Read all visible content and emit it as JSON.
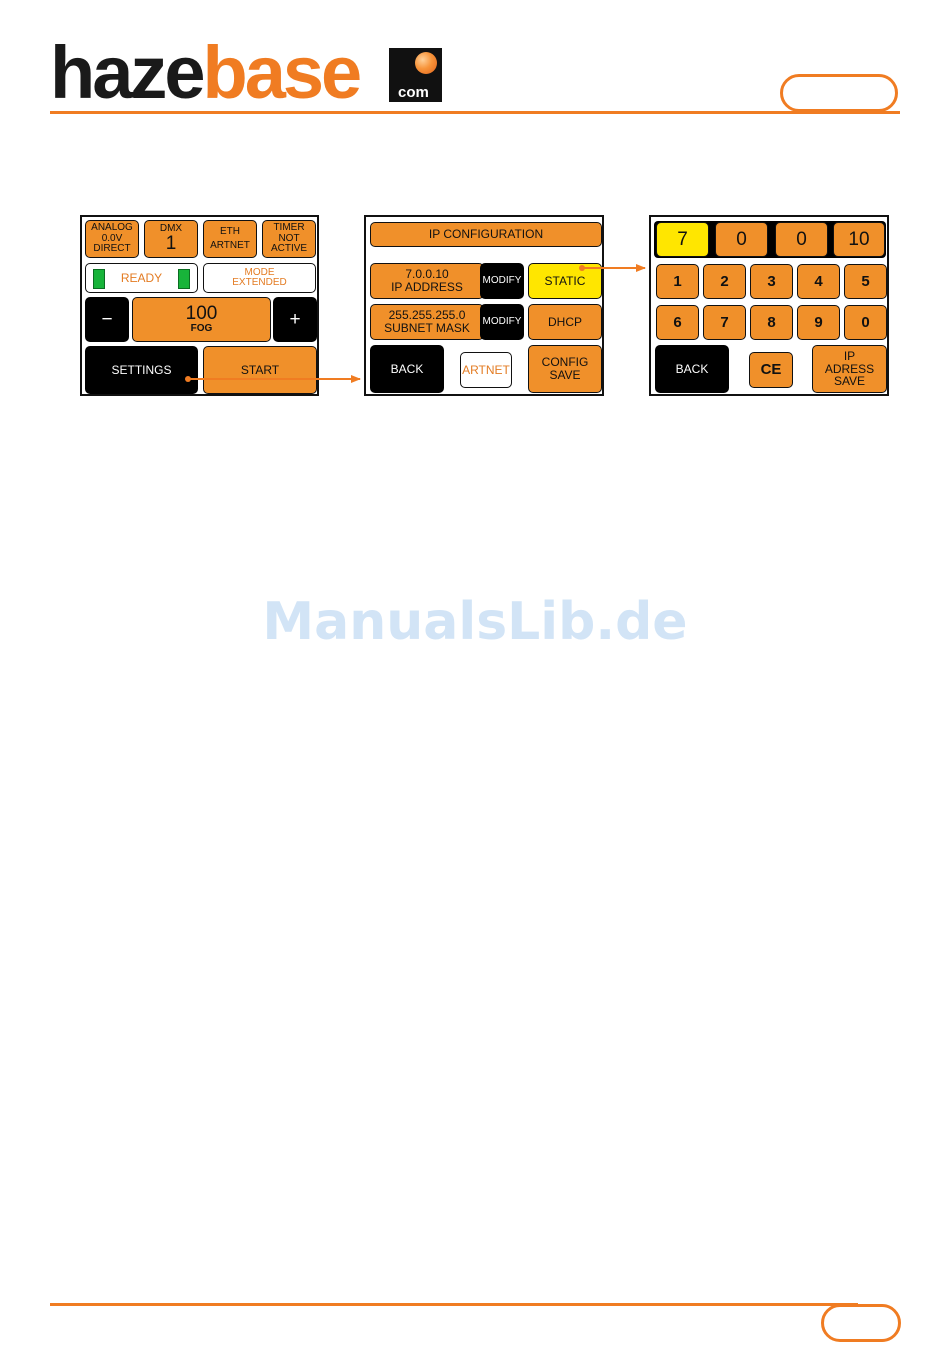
{
  "header": {
    "logo_part1": "haze",
    "logo_part2": "base",
    "logo_com": "com"
  },
  "watermark": "ManualsLib.de",
  "screen1": {
    "analog": [
      "ANALOG",
      "0.0V",
      "DIRECT"
    ],
    "dmx": {
      "label": "DMX",
      "value": "1"
    },
    "eth": {
      "label": "ETH",
      "value": "ARTNET"
    },
    "timer": [
      "TIMER",
      "NOT",
      "ACTIVE"
    ],
    "status": "READY",
    "mode": [
      "MODE",
      "EXTENDED"
    ],
    "minus": "−",
    "fog": {
      "value": "100",
      "label": "FOG"
    },
    "plus": "+",
    "settings": "SETTINGS",
    "start": "START"
  },
  "screen2": {
    "title": "IP CONFIGURATION",
    "ip": {
      "value": "7.0.0.10",
      "label": "IP ADDRESS"
    },
    "modify": "MODIFY",
    "static": "STATIC",
    "subnet": {
      "value": "255.255.255.0",
      "label": "SUBNET MASK"
    },
    "dhcp": "DHCP",
    "back": "BACK",
    "artnet": "ARTNET",
    "config_save": [
      "CONFIG",
      "SAVE"
    ]
  },
  "screen3": {
    "octets": [
      "7",
      "0",
      "0",
      "10"
    ],
    "keys_row1": [
      "1",
      "2",
      "3",
      "4",
      "5"
    ],
    "keys_row2": [
      "6",
      "7",
      "8",
      "9",
      "0"
    ],
    "back": "BACK",
    "ce": "CE",
    "ip_save": [
      "IP",
      "ADRESS",
      "SAVE"
    ]
  },
  "colors": {
    "accent": "#f07c22",
    "button_orange": "#f0902a",
    "highlight_yellow": "#ffe600",
    "led_green": "#18b43a"
  }
}
